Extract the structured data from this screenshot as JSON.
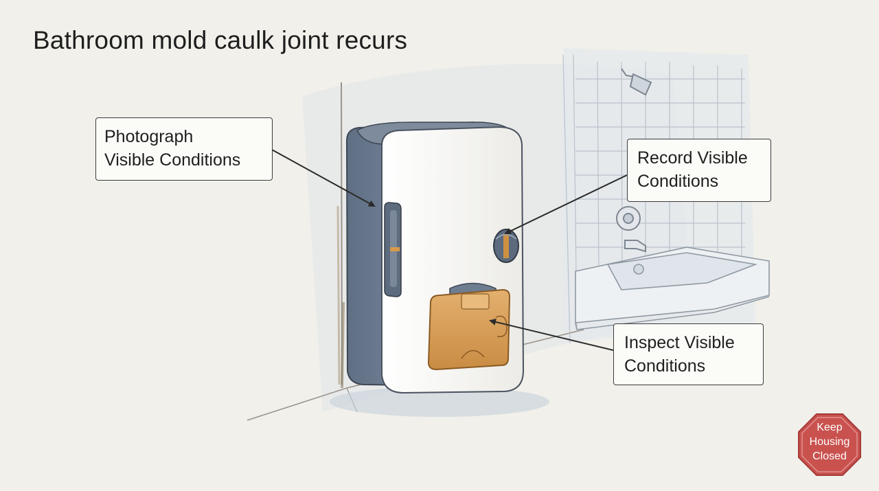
{
  "title": "Bathroom mold caulk joint recurs",
  "callouts": {
    "photograph": [
      "Photograph",
      "Visible Conditions"
    ],
    "record": [
      "Record Visible",
      "Conditions"
    ],
    "inspect": [
      "Inspect Visible",
      "Conditions"
    ]
  },
  "stop_sign": {
    "lines": [
      "Keep",
      "Housing",
      "Closed"
    ],
    "color": "#c9524f"
  },
  "colors": {
    "background": "#f1f0ea",
    "unit_body": "#f4f3ef",
    "unit_side": "#6f7f93",
    "amber_panel": "#d9a35f"
  }
}
